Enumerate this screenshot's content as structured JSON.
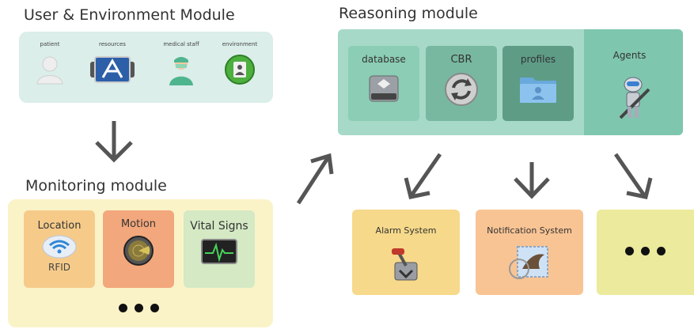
{
  "user_env": {
    "title": "User & Environment Module",
    "items": [
      {
        "label": "patient",
        "icon": "patient-icon"
      },
      {
        "label": "resources",
        "icon": "resources-icon"
      },
      {
        "label": "medical staff",
        "icon": "medical-staff-icon"
      },
      {
        "label": "environment",
        "icon": "environment-icon"
      }
    ]
  },
  "monitoring": {
    "title": "Monitoring module",
    "cards": [
      {
        "label": "Location",
        "sub": "RFID",
        "icon": "wifi-icon",
        "color": "#f6cb8a"
      },
      {
        "label": "Motion",
        "icon": "radar-icon",
        "color": "#f3a77c"
      },
      {
        "label": "Vital Signs",
        "icon": "heart-monitor-icon",
        "color": "#d4e9c4"
      }
    ]
  },
  "reasoning": {
    "title": "Reasoning module",
    "cards": [
      {
        "label": "database",
        "icon": "database-icon"
      },
      {
        "label": "CBR",
        "icon": "sync-icon"
      },
      {
        "label": "profiles",
        "icon": "profiles-folder-icon"
      }
    ],
    "agents_label": "Agents"
  },
  "outputs": [
    {
      "label": "Alarm System",
      "icon": "alarm-switch-icon",
      "color": "#f6d98a"
    },
    {
      "label": "Notification System",
      "icon": "mail-stamp-icon",
      "color": "#f8c494"
    },
    {
      "label": "",
      "icon": "more-dots-icon",
      "color": "#ecea9c"
    }
  ],
  "colors": {
    "user_panel": "#dbeee9",
    "monitoring_panel": "#fbf3c8",
    "reasoning_panel": "#a6d9c7",
    "agents_panel": "#7fc6ae",
    "arrow": "#555555"
  }
}
